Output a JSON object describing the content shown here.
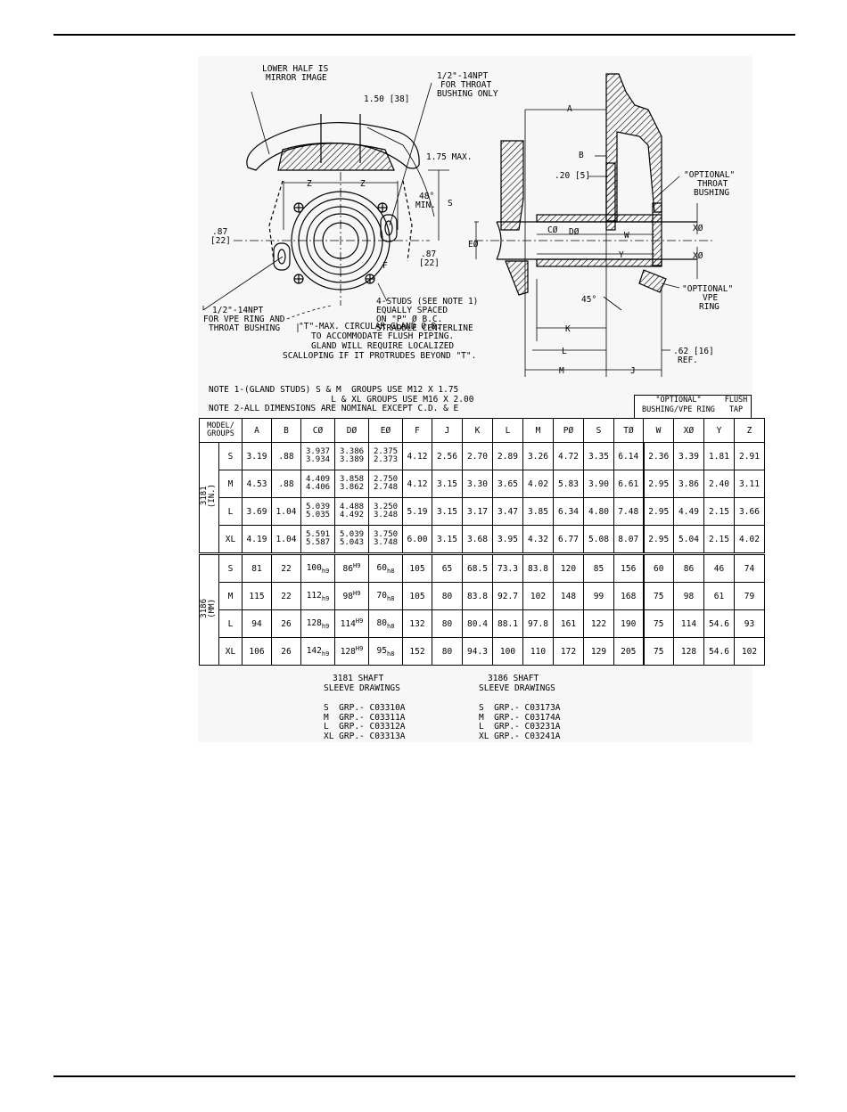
{
  "drawing": {
    "callouts": {
      "lower_half": [
        "LOWER HALF IS",
        "MIRROR IMAGE"
      ],
      "npt_throat": [
        "1/2\"-14NPT",
        "FOR THROAT",
        "BUSHING ONLY"
      ],
      "dim_150": "1.50 [38]",
      "dim_175": "1.75 MAX.",
      "angle_48": [
        "48°",
        "MIN."
      ],
      "z": "Z",
      "s": "S",
      "f": "F",
      "dim_87_left": [
        ".87",
        "[22]"
      ],
      "dim_87_right": [
        ".87",
        "[22]"
      ],
      "npt_vpe": [
        "1/2\"-14NPT",
        "FOR VPE RING AND",
        "THROAT BUSHING"
      ],
      "studs": [
        "4-STUDS (SEE NOTE 1)",
        "EQUALLY SPACED",
        "ON \"P\" Ø B.C.",
        "STRADDLE CENTERLINE"
      ],
      "gland": [
        "\"T\"-MAX. CIRCULAR GLAND O.D.",
        "TO ACCOMMODATE FLUSH PIPING.",
        "GLAND WILL REQUIRE LOCALIZED",
        "SCALLOPING IF IT PROTRUDES BEYOND \"T\"."
      ],
      "a": "A",
      "b": "B",
      "dim_20": ".20 [5]",
      "opt_throat": [
        "\"OPTIONAL\"",
        "THROAT",
        "BUSHING"
      ],
      "c_dia": "CØ",
      "d_dia": "DØ",
      "e_dia": "EØ",
      "w": "W",
      "y": "Y",
      "x_dia_1": "XØ",
      "x_dia_2": "XØ",
      "opt_vpe": [
        "\"OPTIONAL\"",
        "VPE",
        "RING"
      ],
      "angle_45": "45°",
      "k": "K",
      "l": "L",
      "m": "M",
      "j": "J",
      "dim_62": [
        ".62 [16]",
        "REF."
      ]
    }
  },
  "notes": {
    "line1": "NOTE 1-(GLAND STUDS) S & M  GROUPS USE M12 X 1.75",
    "line2": "                        L & XL GROUPS USE M16 X 2.00",
    "line3": "NOTE 2-ALL DIMENSIONS ARE NOMINAL EXCEPT C.D. & E"
  },
  "table": {
    "optional_header": [
      "\"OPTIONAL\"",
      "BUSHING/VPE RING"
    ],
    "flush_header": [
      "FLUSH",
      "TAP"
    ],
    "columns": [
      "MODEL/\nGROUPS",
      "A",
      "B",
      "CØ",
      "DØ",
      "EØ",
      "F",
      "J",
      "K",
      "L",
      "M",
      "PØ",
      "S",
      "TØ",
      "W",
      "XØ",
      "Y",
      "Z"
    ],
    "in_label": "3181\n(IN.)",
    "mm_label": "3186\n(MM)",
    "in_rows": [
      {
        "g": "S",
        "a": "3.19",
        "b": ".88",
        "c": [
          "3.937",
          "3.934"
        ],
        "d": [
          "3.386",
          "3.389"
        ],
        "e": [
          "2.375",
          "2.373"
        ],
        "f": "4.12",
        "j": "2.56",
        "k": "2.70",
        "l": "2.89",
        "m": "3.26",
        "p": "4.72",
        "s": "3.35",
        "t": "6.14",
        "w": "2.36",
        "x": "3.39",
        "y": "1.81",
        "z": "2.91"
      },
      {
        "g": "M",
        "a": "4.53",
        "b": ".88",
        "c": [
          "4.409",
          "4.406"
        ],
        "d": [
          "3.858",
          "3.862"
        ],
        "e": [
          "2.750",
          "2.748"
        ],
        "f": "4.12",
        "j": "3.15",
        "k": "3.30",
        "l": "3.65",
        "m": "4.02",
        "p": "5.83",
        "s": "3.90",
        "t": "6.61",
        "w": "2.95",
        "x": "3.86",
        "y": "2.40",
        "z": "3.11"
      },
      {
        "g": "L",
        "a": "3.69",
        "b": "1.04",
        "c": [
          "5.039",
          "5.035"
        ],
        "d": [
          "4.488",
          "4.492"
        ],
        "e": [
          "3.250",
          "3.248"
        ],
        "f": "5.19",
        "j": "3.15",
        "k": "3.17",
        "l": "3.47",
        "m": "3.85",
        "p": "6.34",
        "s": "4.80",
        "t": "7.48",
        "w": "2.95",
        "x": "4.49",
        "y": "2.15",
        "z": "3.66"
      },
      {
        "g": "XL",
        "a": "4.19",
        "b": "1.04",
        "c": [
          "5.591",
          "5.587"
        ],
        "d": [
          "5.039",
          "5.043"
        ],
        "e": [
          "3.750",
          "3.748"
        ],
        "f": "6.00",
        "j": "3.15",
        "k": "3.68",
        "l": "3.95",
        "m": "4.32",
        "p": "6.77",
        "s": "5.08",
        "t": "8.07",
        "w": "2.95",
        "x": "5.04",
        "y": "2.15",
        "z": "4.02"
      }
    ],
    "mm_rows": [
      {
        "g": "S",
        "a": "81",
        "b": "22",
        "c": [
          "100",
          "h9"
        ],
        "d": [
          "86",
          "H9"
        ],
        "e": [
          "60",
          "h8"
        ],
        "f": "105",
        "j": "65",
        "k": "68.5",
        "l": "73.3",
        "m": "83.8",
        "p": "120",
        "s": "85",
        "t": "156",
        "w": "60",
        "x": "86",
        "y": "46",
        "z": "74"
      },
      {
        "g": "M",
        "a": "115",
        "b": "22",
        "c": [
          "112",
          "h9"
        ],
        "d": [
          "98",
          "H9"
        ],
        "e": [
          "70",
          "h8"
        ],
        "f": "105",
        "j": "80",
        "k": "83.8",
        "l": "92.7",
        "m": "102",
        "p": "148",
        "s": "99",
        "t": "168",
        "w": "75",
        "x": "98",
        "y": "61",
        "z": "79"
      },
      {
        "g": "L",
        "a": "94",
        "b": "26",
        "c": [
          "128",
          "h9"
        ],
        "d": [
          "114",
          "H9"
        ],
        "e": [
          "80",
          "h8"
        ],
        "f": "132",
        "j": "80",
        "k": "80.4",
        "l": "88.1",
        "m": "97.8",
        "p": "161",
        "s": "122",
        "t": "190",
        "w": "75",
        "x": "114",
        "y": "54.6",
        "z": "93"
      },
      {
        "g": "XL",
        "a": "106",
        "b": "26",
        "c": [
          "142",
          "h9"
        ],
        "d": [
          "128",
          "H9"
        ],
        "e": [
          "95",
          "h8"
        ],
        "f": "152",
        "j": "80",
        "k": "94.3",
        "l": "100",
        "m": "110",
        "p": "172",
        "s": "129",
        "t": "205",
        "w": "75",
        "x": "128",
        "y": "54.6",
        "z": "102"
      }
    ]
  },
  "sleeves": {
    "left_title": [
      "3181 SHAFT",
      "SLEEVE DRAWINGS"
    ],
    "left_rows": [
      "S  GRP.- C03310A",
      "M  GRP.- C03311A",
      "L  GRP.- C03312A",
      "XL GRP.- C03313A"
    ],
    "right_title": [
      "3186 SHAFT",
      "SLEEVE DRAWINGS"
    ],
    "right_rows": [
      "S  GRP.- C03173A",
      "M  GRP.- C03174A",
      "L  GRP.- C03231A",
      "XL GRP.- C03241A"
    ]
  }
}
